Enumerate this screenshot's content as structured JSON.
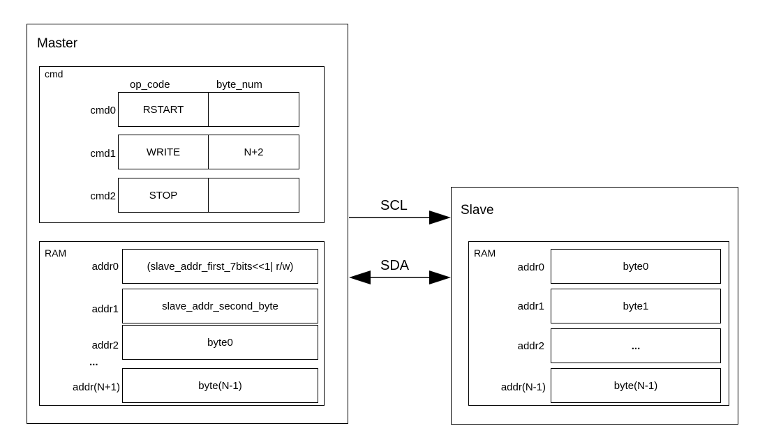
{
  "master": {
    "title": "Master",
    "cmd": {
      "label": "cmd",
      "headers": [
        "op_code",
        "byte_num"
      ],
      "rows": [
        {
          "name": "cmd0",
          "op_code": "RSTART",
          "byte_num": ""
        },
        {
          "name": "cmd1",
          "op_code": "WRITE",
          "byte_num": "N+2"
        },
        {
          "name": "cmd2",
          "op_code": "STOP",
          "byte_num": ""
        }
      ]
    },
    "ram": {
      "label": "RAM",
      "rows": [
        {
          "addr": "addr0",
          "value": "(slave_addr_first_7bits<<1| r/w)"
        },
        {
          "addr": "addr1",
          "value": "slave_addr_second_byte"
        },
        {
          "addr": "addr2",
          "value": "byte0"
        },
        {
          "addr": "addr(N+1)",
          "value": "byte(N-1)"
        }
      ],
      "ellipsis": "..."
    }
  },
  "signals": {
    "scl": "SCL",
    "sda": "SDA"
  },
  "slave": {
    "title": "Slave",
    "ram": {
      "label": "RAM",
      "rows": [
        {
          "addr": "addr0",
          "value": "byte0"
        },
        {
          "addr": "addr1",
          "value": "byte1"
        },
        {
          "addr": "addr2",
          "value": "..."
        },
        {
          "addr": "addr(N-1)",
          "value": "byte(N-1)"
        }
      ]
    }
  }
}
